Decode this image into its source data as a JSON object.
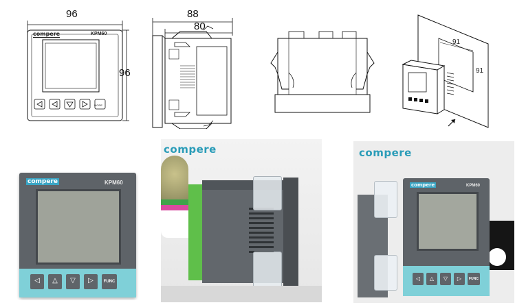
{
  "front_drawing": {
    "width_label": "96",
    "height_label": "96",
    "brand": "compere",
    "model": "KPM60",
    "right_button": "MODE"
  },
  "side_drawing": {
    "overall_label": "88",
    "body_label": "80"
  },
  "mount_drawing": {
    "cutout_width_label": "91",
    "cutout_height_label": "91"
  },
  "photo_front": {
    "brand": "compere",
    "model": "KPM60",
    "func_label": "FUNC"
  },
  "photo_side": {
    "brand": "compere"
  },
  "photo_mounted": {
    "brand": "compere",
    "model": "KPM60",
    "func_label": "FUNC"
  },
  "colors": {
    "brand": "#2a9cb8",
    "device_body": "#5f6469",
    "keypad": "#7fd0d8",
    "green_terminal": "#5fbf4a"
  }
}
